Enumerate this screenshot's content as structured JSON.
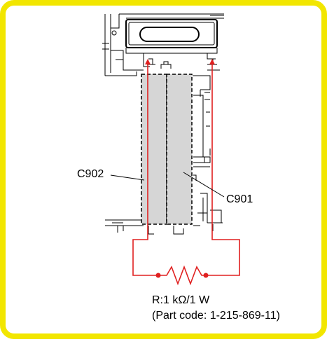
{
  "labels": {
    "c902": "C902",
    "c901": "C901",
    "resistor_value": "R:1 kΩ/1 W",
    "part_code": "(Part code: 1-215-869-11)"
  },
  "colors": {
    "border": "#f2e600",
    "background": "#ffffff",
    "wire": "#e02020",
    "node": "#e02020",
    "capacitor_fill": "#d6d6d6",
    "line_art": "#000000"
  }
}
